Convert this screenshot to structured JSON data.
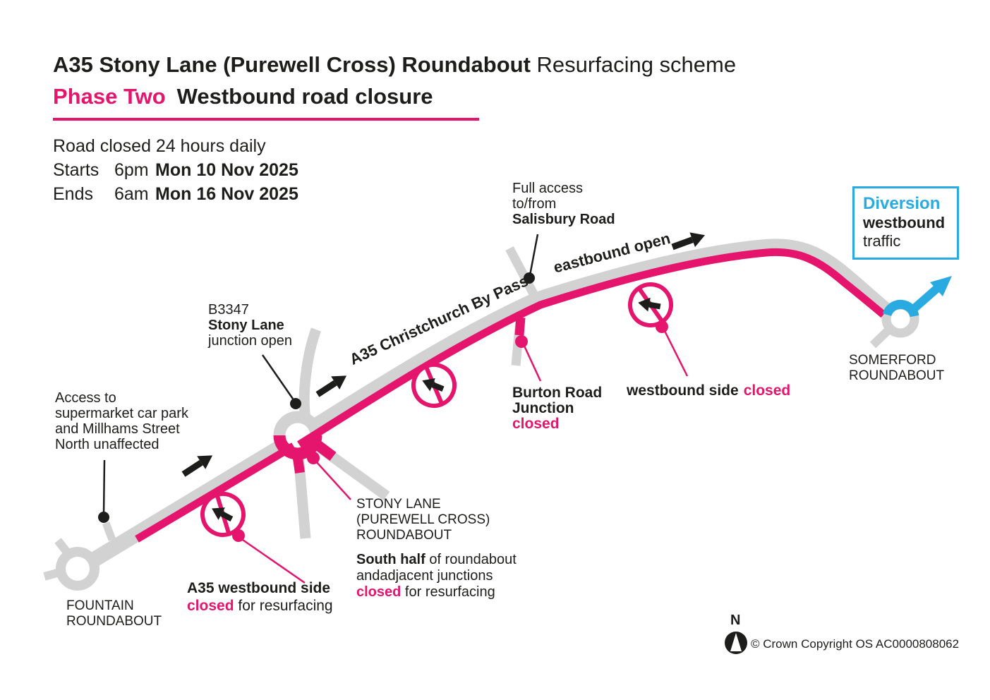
{
  "colors": {
    "closure_pink": "#e5156d",
    "diversion_blue": "#29abe2",
    "road_gray": "#d2d2d3",
    "ink": "#1d1d1b"
  },
  "header": {
    "title_bold": "A35 Stony Lane (Purewell Cross) Roundabout",
    "title_regular": " Resurfacing scheme",
    "phase": "Phase Two",
    "subtitle": "Westbound road closure"
  },
  "schedule": {
    "line1": "Road closed 24 hours daily",
    "starts_label": "Starts",
    "starts_time": "6pm",
    "starts_date": "Mon 10 Nov 2025",
    "ends_label": "Ends",
    "ends_time": "6am",
    "ends_date": "Mon 16 Nov 2025"
  },
  "map": {
    "diversion_box": {
      "title": "Diversion",
      "bold_line": "westbound",
      "line": "traffic"
    },
    "labels": {
      "salisbury_1": "Full access",
      "salisbury_2": "to/from",
      "salisbury_3": "Salisbury Road",
      "eastbound_open": "eastbound open",
      "bypass_name": "A35 Christchurch By Pass",
      "b3347_1": "B3347",
      "b3347_2": "Stony Lane",
      "b3347_3": "junction open",
      "supermarket_1": "Access to",
      "supermarket_2": "supermarket car park",
      "supermarket_3": "and Millhams Street",
      "supermarket_4": "North unaffected",
      "burton_1": "Burton Road",
      "burton_2": "Junction",
      "burton_3": "closed",
      "westbound_bold": "westbound side",
      "westbound_closed": "closed",
      "somerford_1": "SOMERFORD",
      "somerford_2": "ROUNDABOUT",
      "stony_1": "STONY LANE",
      "stony_2": "(PUREWELL CROSS)",
      "stony_3": "ROUNDABOUT",
      "southhalf_bold": "South half",
      "southhalf_rest": " of roundabout",
      "southhalf_2": "andadjacent junctions",
      "southhalf_closed": "closed",
      "southhalf_3": " for resurfacing",
      "a35wb_bold": "A35 westbound side",
      "a35wb_closed": "closed",
      "a35wb_rest": " for resurfacing",
      "fountain_1": "FOUNTAIN",
      "fountain_2": "ROUNDABOUT"
    },
    "compass": {
      "label": "N"
    },
    "copyright": "© Crown Copyright OS AC0000808062"
  }
}
